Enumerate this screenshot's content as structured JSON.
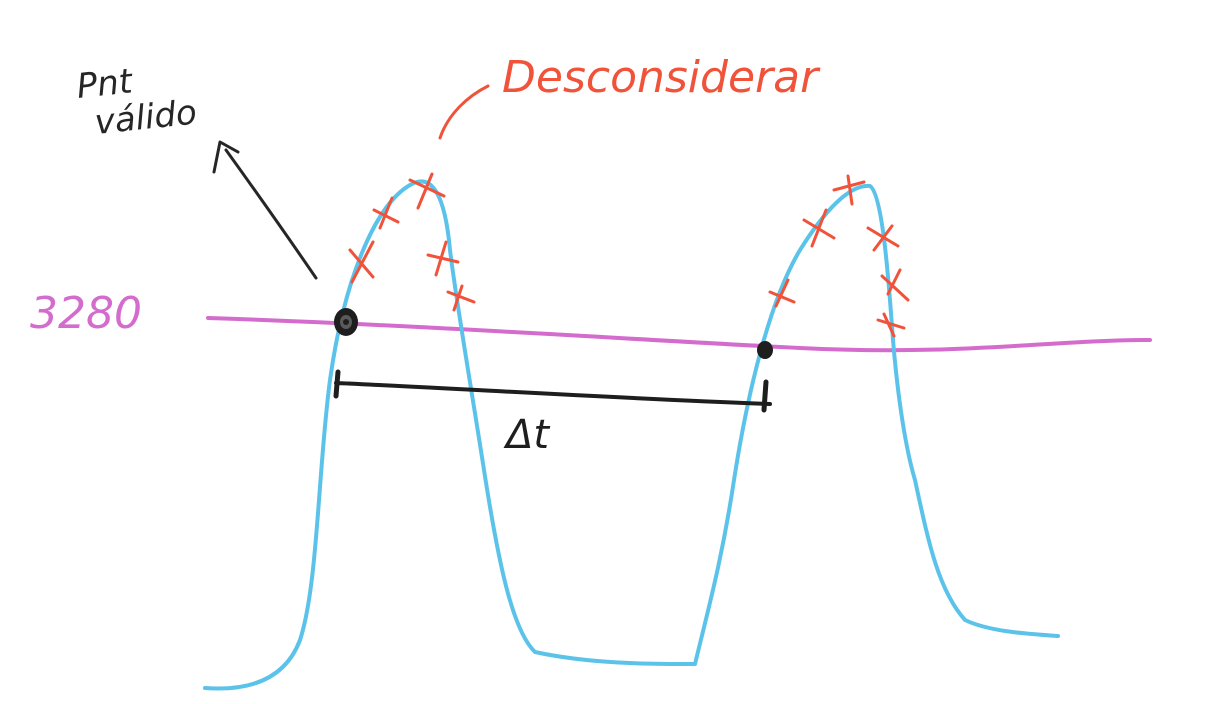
{
  "labels": {
    "valid_line1": "Pnt",
    "valid_line2": "válido",
    "discard": "Desconsiderar",
    "threshold": "3280",
    "delta_t": "Δt"
  },
  "colors": {
    "signal": "#5bc3ea",
    "threshold": "#d36ccc",
    "discard": "#f0523a",
    "ink": "#1e1e1e"
  },
  "icons": {
    "discard_mark": "cross-mark",
    "valid_point": "dot-marker"
  }
}
